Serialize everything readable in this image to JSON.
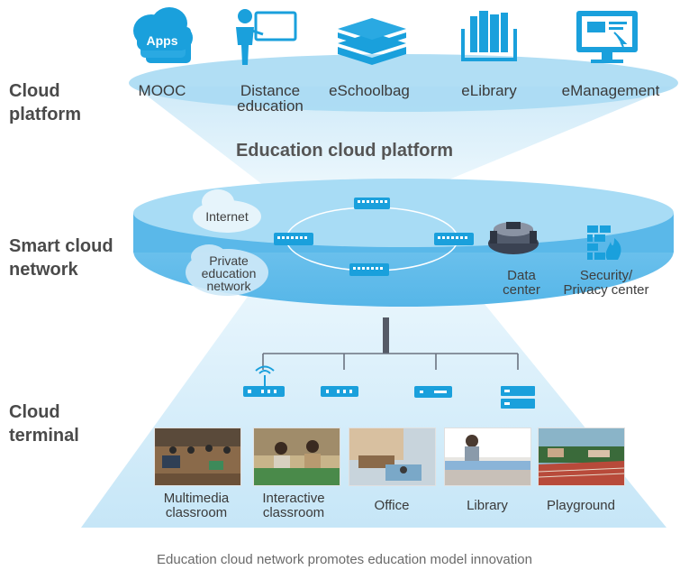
{
  "layers": {
    "cloud_platform": "Cloud\nplatform",
    "smart_cloud_network": "Smart cloud\nnetwork",
    "cloud_terminal": "Cloud\nterminal"
  },
  "platform": {
    "apps_badge": "Apps",
    "items": [
      "MOOC",
      "Distance\neducation",
      "eSchoolbag",
      "eLibrary",
      "eManagement"
    ],
    "title": "Education cloud platform"
  },
  "network": {
    "internet": "Internet",
    "private": "Private\neducation\nnetwork",
    "data_center": "Data\ncenter",
    "security": "Security/\nPrivacy center"
  },
  "terminal": {
    "items": [
      "Multimedia\nclassroom",
      "Interactive\nclassroom",
      "Office",
      "Library",
      "Playground"
    ]
  },
  "caption": "Education cloud network promotes education model innovation",
  "colors": {
    "accent": "#1aa0dc",
    "ellipse": "#a8daf3",
    "funnel": "#dcf0fa",
    "label": "#4a4a4a"
  }
}
